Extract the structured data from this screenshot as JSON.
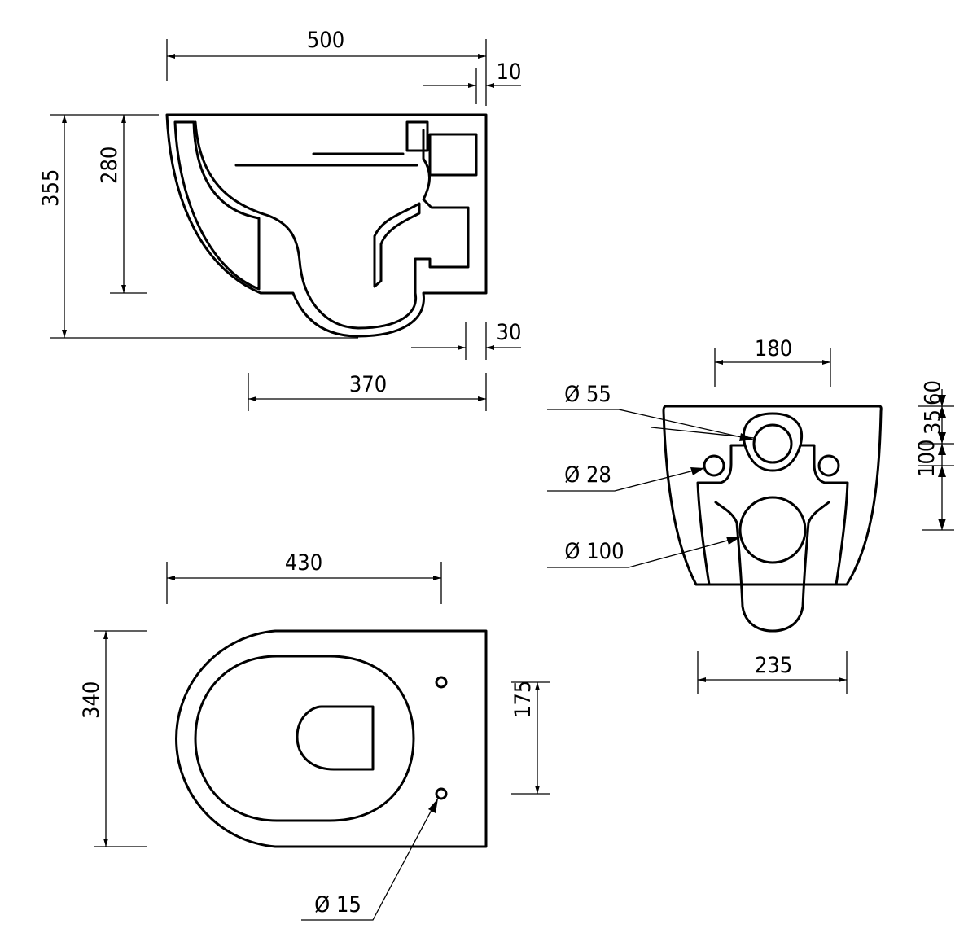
{
  "side_view": {
    "width": "500",
    "offset_top": "10",
    "total_height": "355",
    "rim_height": "280",
    "offset_bottom": "30",
    "depth": "370"
  },
  "back_view": {
    "hole_spacing": "180",
    "outlet_dia": "Ø 55",
    "bolt_dia": "Ø 28",
    "waste_dia": "Ø 100",
    "dim_top": "60",
    "dim_mid": "35",
    "dim_bottom": "100",
    "base_width": "235"
  },
  "top_view": {
    "length": "430",
    "width": "340",
    "fixing_spacing": "175",
    "fixing_dia": "Ø 15"
  }
}
